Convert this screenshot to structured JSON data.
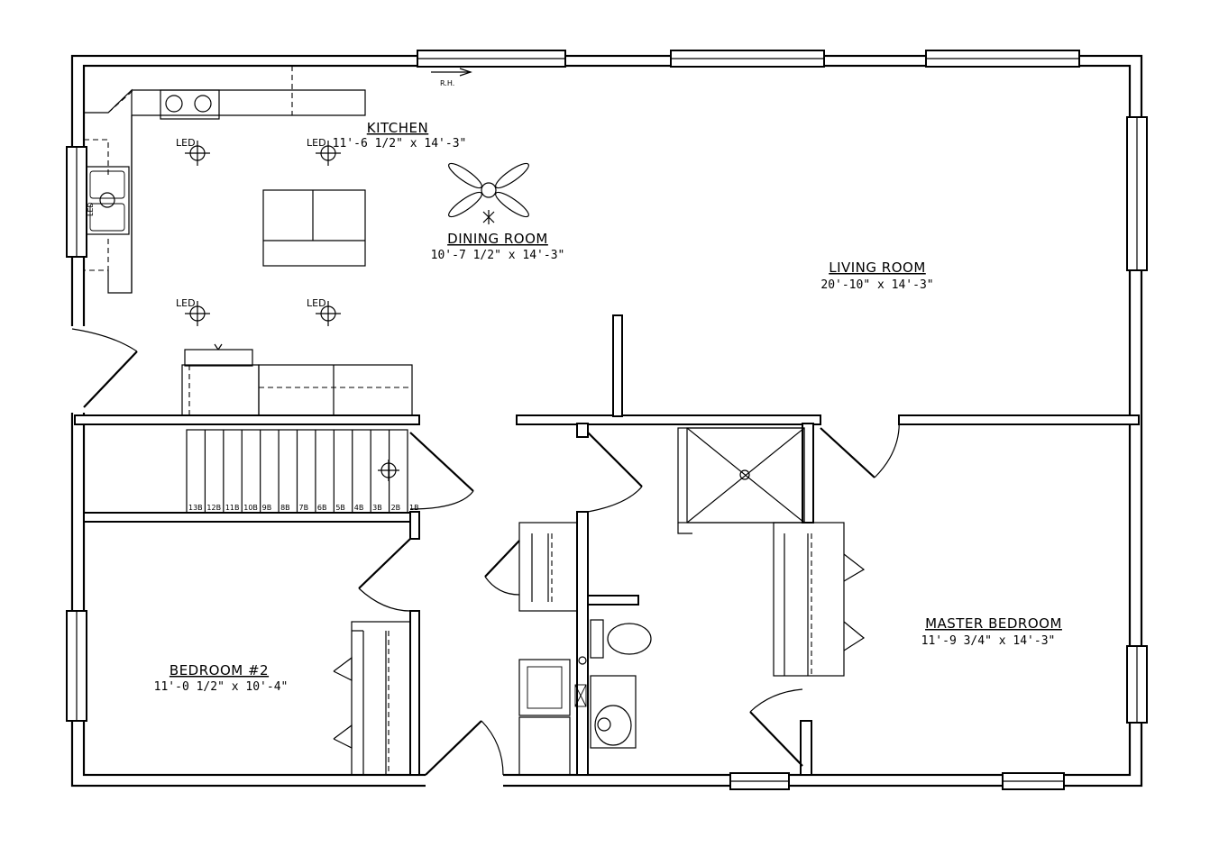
{
  "rooms": {
    "kitchen": {
      "name": "KITCHEN",
      "dims": "11'-6 1/2\" x 14'-3\""
    },
    "dining": {
      "name": "DINING ROOM",
      "dims": "10'-7 1/2\" x 14'-3\""
    },
    "living": {
      "name": "LIVING ROOM",
      "dims": "20'-10\" x 14'-3\""
    },
    "bedroom2": {
      "name": "BEDROOM #2",
      "dims": "11'-0 1/2\" x 10'-4\""
    },
    "master": {
      "name": "MASTER BEDROOM",
      "dims": "11'-9 3/4\" x 14'-3\""
    }
  },
  "fixtures": {
    "led_label": "LED",
    "rh_label": "R.H.",
    "stairs": [
      "13B",
      "12B",
      "11B",
      "10B",
      "9B",
      "8B",
      "7B",
      "6B",
      "5B",
      "4B",
      "3B",
      "2B",
      "1B"
    ]
  }
}
